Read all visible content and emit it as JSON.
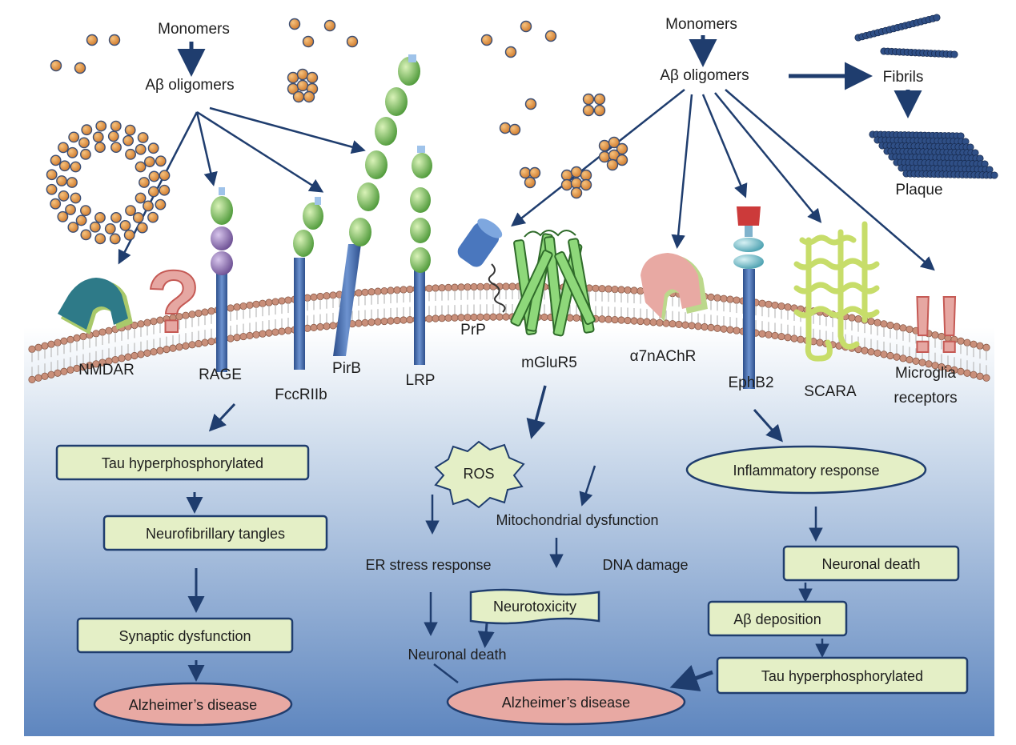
{
  "top_left": {
    "monomers": "Monomers",
    "oligomers": "Aβ oligomers"
  },
  "top_right": {
    "monomers": "Monomers",
    "oligomers": "Aβ oligomers",
    "fibrils": "Fibrils",
    "plaque": "Plaque"
  },
  "receptors": {
    "nmdar": "NMDAR",
    "rage": "RAGE",
    "fcc": "FccRIIb",
    "pirb": "PirB",
    "lrp": "LRP",
    "prp": "PrP",
    "mglur5": "mGluR5",
    "a7": "α7nAChR",
    "ephb2": "EphB2",
    "scara": "SCARA",
    "microglia_1": "Microglia",
    "microglia_2": "receptors"
  },
  "left_path": {
    "tau": "Tau hyperphosphorylated",
    "tangles": "Neurofibrillary tangles",
    "synaptic": "Synaptic dysfunction",
    "ad": "Alzheimer’s disease"
  },
  "middle_path": {
    "ros": "ROS",
    "mito": "Mitochondrial dysfunction",
    "er": "ER stress response",
    "dna": "DNA damage",
    "neurotox": "Neurotoxicity",
    "death": "Neuronal death",
    "ad": "Alzheimer’s disease"
  },
  "right_path": {
    "inflam": "Inflammatory response",
    "death": "Neuronal death",
    "abdep": "Aβ deposition",
    "tau": "Tau hyperphosphorylated"
  },
  "colors": {
    "arrow": "#1f3d6e",
    "monomer": "#e0913c",
    "monomer_edge": "#3b4e74",
    "box_fill": "#e4efc6",
    "box_edge": "#1f3d6e",
    "disease_fill": "#e8a9a3",
    "receptor_blue": "#3f64a4",
    "receptor_green": "#7fc55a",
    "membrane_head": "#c98f7a",
    "bg_bottom": "#5e86bf"
  }
}
